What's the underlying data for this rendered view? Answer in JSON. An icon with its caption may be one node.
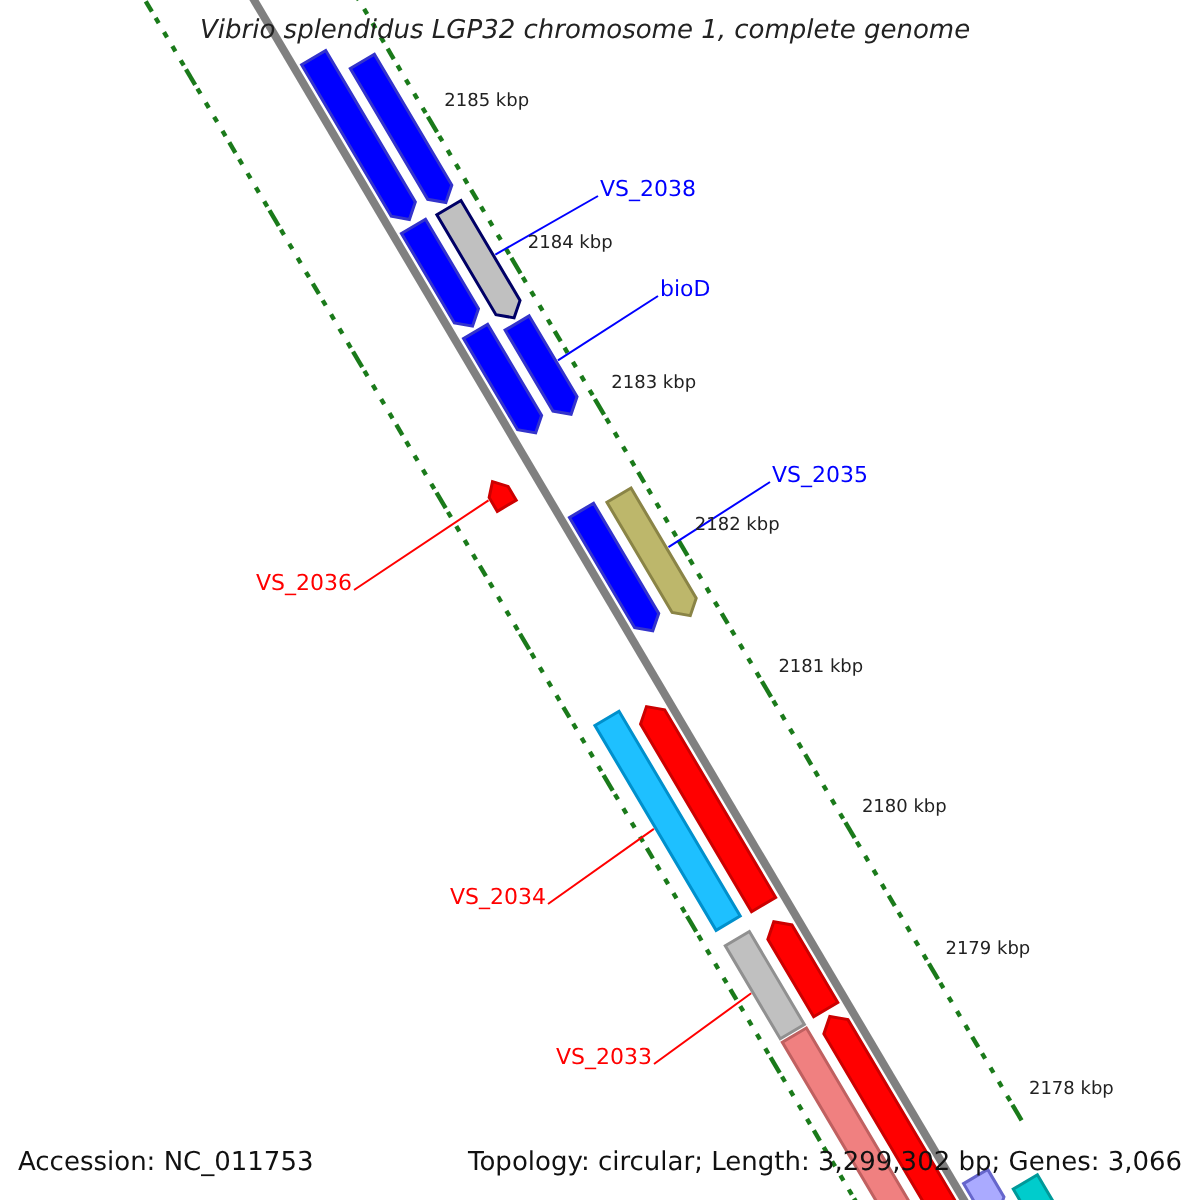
{
  "diagram": {
    "title": "Vibrio splendidus LGP32 chromosome 1, complete genome",
    "nodes": [
      {
        "text": [
          "VS_2038"
        ]
      },
      {
        "text": [
          "bioD"
        ]
      },
      {
        "text": [
          "VS_2035"
        ]
      },
      {
        "text": [
          "VS_2036"
        ]
      },
      {
        "text": [
          "VS_2034"
        ]
      },
      {
        "text": [
          "VS_2033"
        ]
      },
      {
        "text": [],
        "shape": "bar"
      },
      {
        "text": [],
        "shape": "bar"
      },
      {
        "text": [],
        "shape": "bar"
      },
      {
        "text": [],
        "shape": "bar"
      },
      {
        "text": [],
        "shape": "bar"
      },
      {
        "text": [],
        "shape": "bar"
      },
      {
        "text": [],
        "shape": "bar"
      },
      {
        "text": [],
        "shape": "bar"
      },
      {
        "text": [],
        "shape": "bar"
      },
      {
        "text": [],
        "shape": "bar"
      },
      {
        "text": [],
        "shape": "bar"
      },
      {
        "text": [],
        "shape": "bar"
      },
      {
        "text": [],
        "shape": "bar"
      },
      {
        "text": [],
        "shape": "bar"
      },
      {
        "text": [],
        "shape": "bar"
      },
      {
        "text": [],
        "shape": "bar"
      },
      {
        "text": [],
        "shape": "bar"
      }
    ],
    "edges": [
      {
        "from": 0,
        "to": 6,
        "arrow": "none",
        "color": "#0000ff"
      },
      {
        "from": 1,
        "to": 7,
        "arrow": "none",
        "color": "#0000ff"
      },
      {
        "from": 2,
        "to": 9,
        "arrow": "none",
        "color": "#0000ff"
      },
      {
        "from": 3,
        "to": 8,
        "arrow": "none",
        "color": "#ff0000"
      },
      {
        "from": 4,
        "to": 10,
        "arrow": "none",
        "color": "#ff0000"
      },
      {
        "from": 5,
        "to": 11,
        "arrow": "none",
        "color": "#ff0000"
      }
    ],
    "labels": [
      "2185 kbp",
      "2184 kbp",
      "2183 kbp",
      "2182 kbp",
      "2181 kbp",
      "2180 kbp",
      "2179 kbp",
      "2178 kbp",
      "Accession: NC_011753",
      "Topology: circular; Length: 3,299,302 bp; Genes: 3,066"
    ]
  }
}
